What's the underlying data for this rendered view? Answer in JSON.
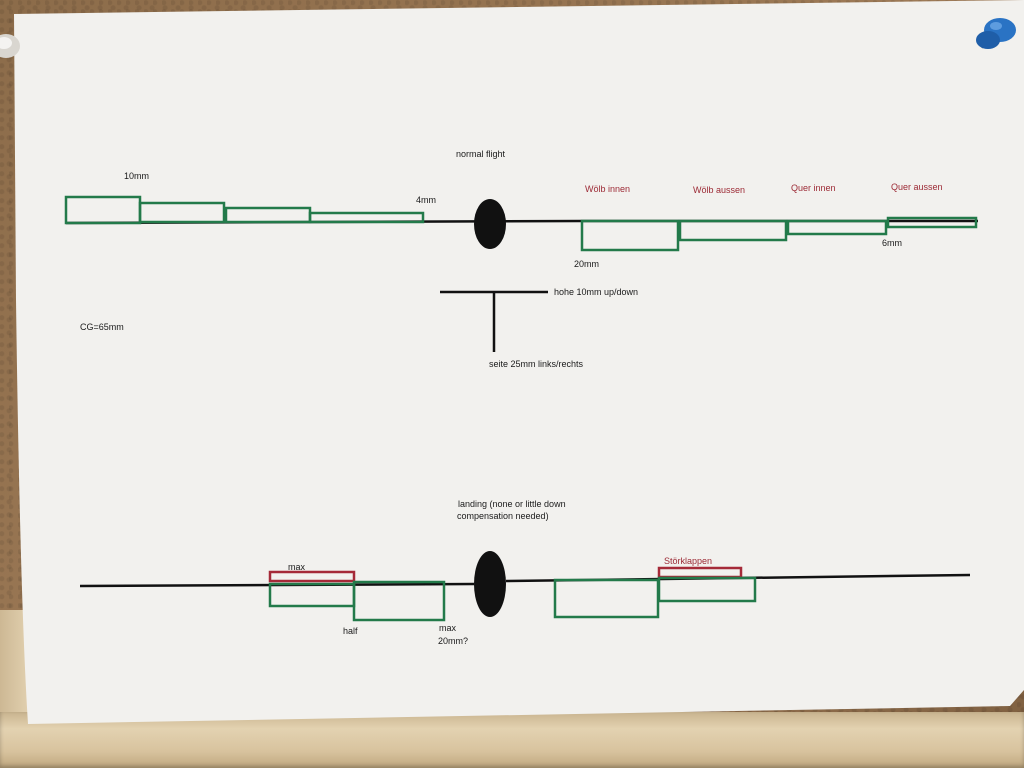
{
  "colors": {
    "surface_green": "#237a4a",
    "spoiler_red": "#a52a38",
    "label_red": "#9c2a35",
    "ink": "#111111",
    "paper": "#f2f1ee"
  },
  "normal_flight": {
    "title": "normal flight",
    "label_10mm": "10mm",
    "label_4mm": "4mm",
    "label_20mm": "20mm",
    "label_6mm": "6mm",
    "surfaces": [
      "Wölb innen",
      "Wölb aussen",
      "Quer innen",
      "Quer aussen"
    ]
  },
  "tail": {
    "elevator": "hohe 10mm up/down",
    "rudder": "seite 25mm links/rechts"
  },
  "cg": "CG=65mm",
  "landing": {
    "title_line1": "landing (none or little down",
    "title_line2": "compensation needed)",
    "label_max_left": "max",
    "label_half": "half",
    "label_max_right": "max",
    "label_20mm": "20mm?",
    "label_spoiler": "Störklappen"
  }
}
